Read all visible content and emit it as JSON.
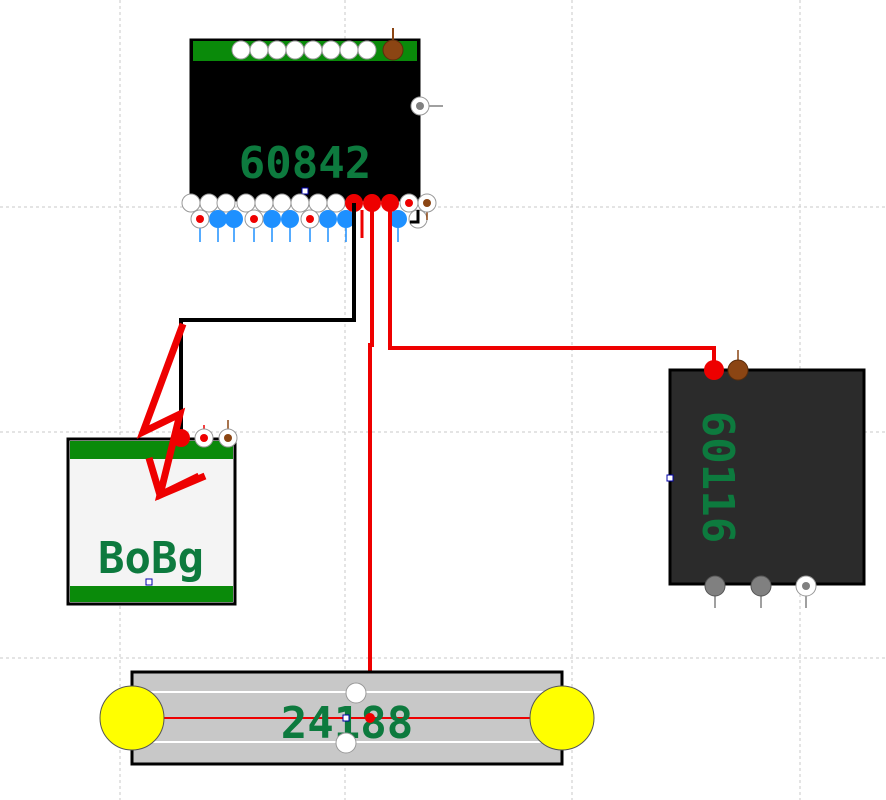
{
  "components": {
    "chip_top": {
      "label": "60842"
    },
    "module_left": {
      "label": "BoBg"
    },
    "chip_right": {
      "label": "60116"
    },
    "bar_bottom": {
      "label": "24188"
    }
  },
  "colors": {
    "grid": "#c8c8c8",
    "chip_body": "#000000",
    "chip_right_body": "#2b2b2b",
    "green_strip": "#0a8a0a",
    "label_green": "#0d7a3e",
    "wire_red": "#ee0000",
    "wire_black": "#000000",
    "pin_blue": "#1e90ff",
    "pin_brown": "#8b4513",
    "pin_gray": "#808080",
    "bar_yellow": "#ffff00",
    "bar_body": "#c8c8c8"
  }
}
